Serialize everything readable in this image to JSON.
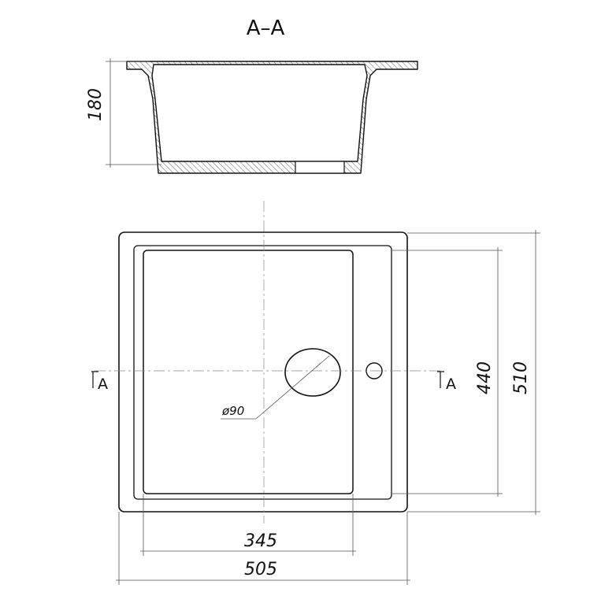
{
  "section_title": "A–A",
  "dimensions": {
    "depth": "180",
    "inner_height": "440",
    "outer_height": "510",
    "bowl_width": "345",
    "outer_width": "505",
    "drain_diameter": "ø90"
  },
  "section_marks": {
    "left": "A",
    "right": "A"
  }
}
